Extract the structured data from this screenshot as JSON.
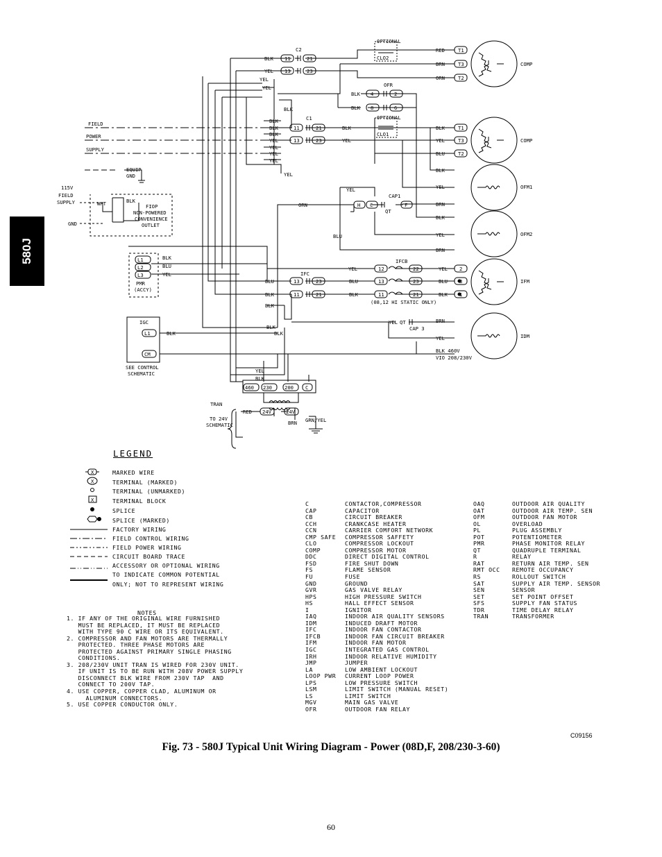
{
  "tab": "580J",
  "legend": {
    "title": "LEGEND",
    "symbols": [
      "MARKED WIRE",
      "TERMINAL (MARKED)",
      "TERMINAL (UNMARKED)",
      "TERMINAL BLOCK",
      "SPLICE",
      "SPLICE (MARKED)"
    ],
    "symbol_marks": [
      "X",
      "X",
      "X"
    ],
    "lines": [
      "FACTORY WIRING",
      "FIELD CONTROL WIRING",
      "FIELD POWER WIRING",
      "CIRCUIT BOARD TRACE",
      "ACCESSORY OR OPTIONAL WIRING",
      "TO INDICATE COMMON POTENTIAL",
      "ONLY; NOT TO REPRESENT WIRING"
    ]
  },
  "abbreviations": {
    "col1": [
      [
        "C",
        "CONTACTOR,COMPRESSOR"
      ],
      [
        "CAP",
        "CAPACITOR"
      ],
      [
        "CB",
        "CIRCUIT BREAKER"
      ],
      [
        "CCH",
        "CRANKCASE HEATER"
      ],
      [
        "CCN",
        "CARRIER COMFORT NETWORK"
      ],
      [
        "CMP SAFE",
        "COMPRESSOR SAFFETY"
      ],
      [
        "CLO",
        "COMPRESSOR LOCKOUT"
      ],
      [
        "COMP",
        "COMPRESSOR MOTOR"
      ],
      [
        "DDC",
        "DIRECT DIGITAL CONTROL"
      ],
      [
        "FSD",
        "FIRE SHUT DOWN"
      ],
      [
        "FS",
        "FLAME SENSOR"
      ],
      [
        "FU",
        "FUSE"
      ],
      [
        "GND",
        "GROUND"
      ],
      [
        "GVR",
        "GAS VALVE RELAY"
      ],
      [
        "HPS",
        "HIGH PRESSURE SWITCH"
      ],
      [
        "HS",
        "HALL EFFECT SENSOR"
      ],
      [
        "I",
        "IGNITOR"
      ],
      [
        "IAQ",
        "INDOOR AIR QUALITY SENSORS"
      ],
      [
        "IDM",
        "INDUCED DRAFT MOTOR"
      ],
      [
        "IFC",
        "INDOOR FAN CONTACTOR"
      ],
      [
        "IFCB",
        "INDOOR FAN CIRCUIT BREAKER"
      ],
      [
        "IFM",
        "INDOOR FAN MOTOR"
      ],
      [
        "IGC",
        "INTEGRATED GAS CONTROL"
      ],
      [
        "IRH",
        "INDOOR RELATIVE HUMIDITY"
      ],
      [
        "JMP",
        "JUMPER"
      ],
      [
        "LA",
        "LOW AMBIENT LOCKOUT"
      ],
      [
        "LOOP PWR",
        "CURRENT LOOP POWER"
      ],
      [
        "LPS",
        "LOW PRESSURE SWITCH"
      ],
      [
        "LSM",
        "LIMIT SWITCH (MANUAL RESET)"
      ],
      [
        "LS",
        "LIMIT SWITCH"
      ],
      [
        "MGV",
        "MAIN GAS VALVE"
      ],
      [
        "OFR",
        "OUTDOOR FAN RELAY"
      ]
    ],
    "col2": [
      [
        "OAQ",
        "OUTDOOR AIR QUALITY"
      ],
      [
        "OAT",
        "OUTDOOR AIR TEMP. SEN"
      ],
      [
        "OFM",
        "OUTDOOR FAN MOTOR"
      ],
      [
        "OL",
        "OVERLOAD"
      ],
      [
        "PL",
        "PLUG ASSEMBLY"
      ],
      [
        "POT",
        "POTENTIOMETER"
      ],
      [
        "PMR",
        "PHASE MONITOR RELAY"
      ],
      [
        "QT",
        "QUADRUPLE TERMINAL"
      ],
      [
        "R",
        "RELAY"
      ],
      [
        "RAT",
        "RETURN AIR TEMP. SEN"
      ],
      [
        "RMT OCC",
        "REMOTE OCCUPANCY"
      ],
      [
        "RS",
        "ROLLOUT SWITCH"
      ],
      [
        "SAT",
        "SUPPLY AIR TEMP. SENSOR"
      ],
      [
        "SEN",
        "SENSOR"
      ],
      [
        "SET",
        "SET POINT OFFSET"
      ],
      [
        "SFS",
        "SUPPLY FAN STATUS"
      ],
      [
        "TDR",
        "TIME DELAY RELAY"
      ],
      [
        "TRAN",
        "TRANSFORMER"
      ]
    ]
  },
  "notes": {
    "title": "NOTES",
    "lines": [
      "1. IF ANY OF THE ORIGINAL WIRE FURNISHED",
      "   MUST BE REPLACED, IT MUST BE REPLACED",
      "   WITH TYPE 90 C WIRE OR ITS EQUIVALENT.",
      "2. COMPRESSOR AND FAN MOTORS ARE THERMALLY",
      "   PROTECTED. THREE PHASE MOTORS ARE",
      "   PROTECTED AGAINST PRIMARY SINGLE PHASING",
      "   CONDITIONS.",
      "3. 208/230V UNIT TRAN IS WIRED FOR 230V UNIT.",
      "   IF UNIT IS TO BE RUN WITH 208V POWER SUPPLY",
      "   DISCONNECT BLK WIRE FROM 230V TAP  AND",
      "   CONNECT TO 200V TAP.",
      "4. USE COPPER, COPPER CLAD, ALUMINUM OR",
      "     ALUMINUM CONNECTORS.",
      "5. USE COPPER CONDUCTOR ONLY."
    ]
  },
  "diagram": {
    "c2": "C2",
    "c1": "C1",
    "ofr": "OFR",
    "ifc": "IFC",
    "ifcb": "IFCB",
    "clo2": "CLO2",
    "clo1": "CLO1",
    "optional": "OPTIONAL",
    "field": "FIELD",
    "power": "POWER",
    "supply": "SUPPLY",
    "equip": "EQUIP",
    "gnd": "GND",
    "v115": "115V",
    "field2": "FIELD",
    "supply2": "SUPPLY",
    "gnd2": "GND",
    "wht": "WHT",
    "blk": "BLK",
    "outlet1": "FIOP",
    "outlet2": "NON-POWERED",
    "outlet3": "CONVENIENCE",
    "outlet4": "OUTLET",
    "pmr1": "PMR",
    "pmr2": "(ACCY)",
    "l1": "L1",
    "l2": "L2",
    "l3": "L3",
    "igc": "IGC",
    "cm": "CM",
    "see1": "SEE CONTROL",
    "see2": "SCHEMATIC",
    "tran": "TRAN",
    "to24v1": "TO 24V",
    "to24v2": "SCHEMATIC",
    "comp": "COMP",
    "ofm1": "OFM1",
    "ofm2": "OFM2",
    "ifm": "IFM",
    "idm": "IDM",
    "cap1": "CAP1",
    "cap3": "CAP 3",
    "qt": "QT",
    "hi_static": "(08,12 HI STATIC ONLY)",
    "blk460": "BLK 460V",
    "vio": "VIO 208/230V",
    "grnyel": "GRN/YEL",
    "red": "RED",
    "brn": "BRN",
    "orn": "ORN",
    "yel": "YEL",
    "blu": "BLU",
    "t1": "T1",
    "t2": "T2",
    "t3": "T3",
    "n1": "1",
    "n2": "2",
    "n3": "3",
    "n4": "4",
    "n6": "6",
    "n8": "8",
    "n11": "11",
    "n12": "12",
    "n13": "13",
    "n21": "21",
    "n22": "22",
    "n23": "23",
    "h": "H",
    "c": "C",
    "f": "F",
    "t460": "460",
    "t230": "230",
    "t200": "200",
    "t24v": "24V"
  },
  "code": "C09156",
  "caption": "Fig. 73 - 580J Typical Unit Wiring Diagram - Power (08D,F, 208/230-3-60)",
  "page": "60"
}
